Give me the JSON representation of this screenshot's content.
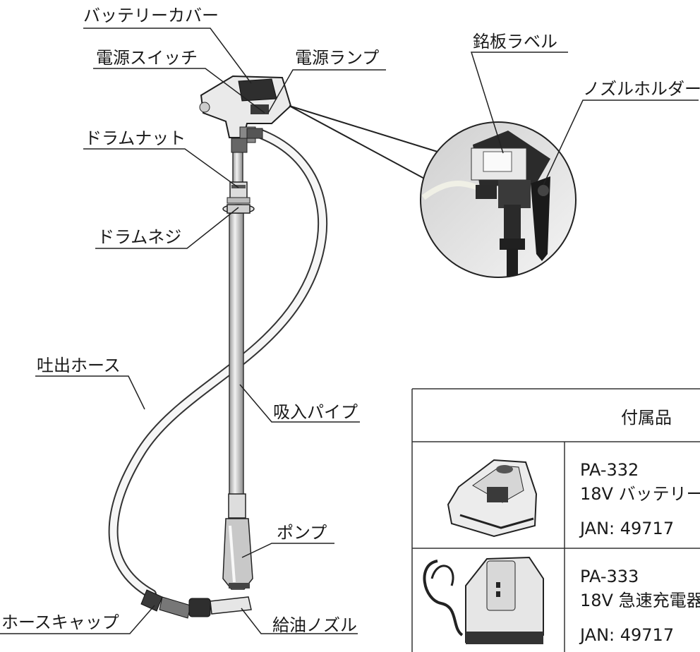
{
  "callouts": {
    "battery_cover": "バッテリーカバー",
    "power_switch": "電源スイッチ",
    "power_lamp": "電源ランプ",
    "drum_nut": "ドラムナット",
    "drum_screw": "ドラムネジ",
    "discharge_hose": "吐出ホース",
    "suction_pipe": "吸入パイプ",
    "pump": "ポンプ",
    "hose_cap": "ホースキャップ",
    "fuel_nozzle": "給油ノズル",
    "nameplate_label": "銘板ラベル",
    "nozzle_holder": "ノズルホルダー"
  },
  "accessories": {
    "header": "付属品",
    "items": [
      {
        "model": "PA-332",
        "name": "18V バッテリー",
        "jan": "JAN: 49717",
        "icon": "battery-pack-icon"
      },
      {
        "model": "PA-333",
        "name": "18V 急速充電器",
        "jan": "JAN: 49717",
        "icon": "charger-icon"
      }
    ]
  }
}
